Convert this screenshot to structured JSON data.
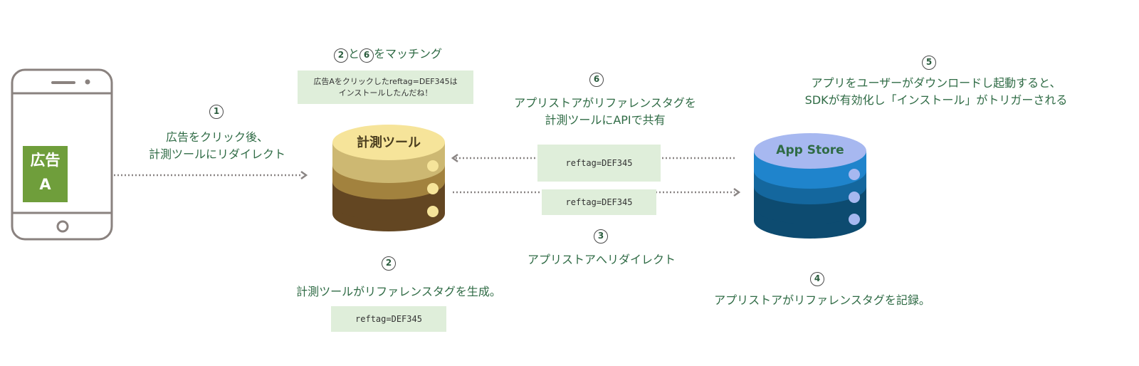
{
  "colors": {
    "text_green": "#2f6b45",
    "ad_box_green": "#6f9e3b",
    "tag_box_bg": "#dfeeda",
    "phone_outline": "#8a827f",
    "arrow_gray": "#8a8584",
    "tool_top": "#f6e49a",
    "tool_layer1": "#cdb872",
    "tool_layer2": "#a2823e",
    "tool_layer3": "#634622",
    "tool_dot": "#f6e49a",
    "store_top": "#a7b8f0",
    "store_layer1": "#1f84cc",
    "store_layer2": "#14679e",
    "store_layer3": "#0d4b70",
    "store_dot": "#a7b8f0"
  },
  "phone": {
    "ad_line1": "広告",
    "ad_line2": "A"
  },
  "measurement_tool": {
    "label": "計測ツール"
  },
  "app_store": {
    "label": "App Store"
  },
  "steps": {
    "step1": {
      "number": "1",
      "line1": "広告をクリック後、",
      "line2": "計測ツールにリダイレクト"
    },
    "step2": {
      "number": "2",
      "line1": "計測ツールがリファレンスタグを生成。",
      "tag": "reftag=DEF345"
    },
    "step3": {
      "number": "3",
      "line1": "アプリストアへリダイレクト",
      "tag": "reftag=DEF345"
    },
    "step4": {
      "number": "4",
      "line1": "アプリストアがリファレンスタグを記録。"
    },
    "step5": {
      "number": "5",
      "line1": "アプリをユーザーがダウンロードし起動すると、",
      "line2": "SDKが有効化し「インストール」がトリガーされる"
    },
    "step6": {
      "number": "6",
      "line1": "アプリストアがリファレンスタグを",
      "line2": "計測ツールにAPIで共有",
      "tag": "reftag=DEF345"
    }
  },
  "matching": {
    "title_num_a": "2",
    "title_mid": "と",
    "title_num_b": "6",
    "title_end": "をマッチング",
    "note_line1": "広告Aをクリックしたreftag=DEF345は",
    "note_line2": "インストールしたんだね！"
  }
}
